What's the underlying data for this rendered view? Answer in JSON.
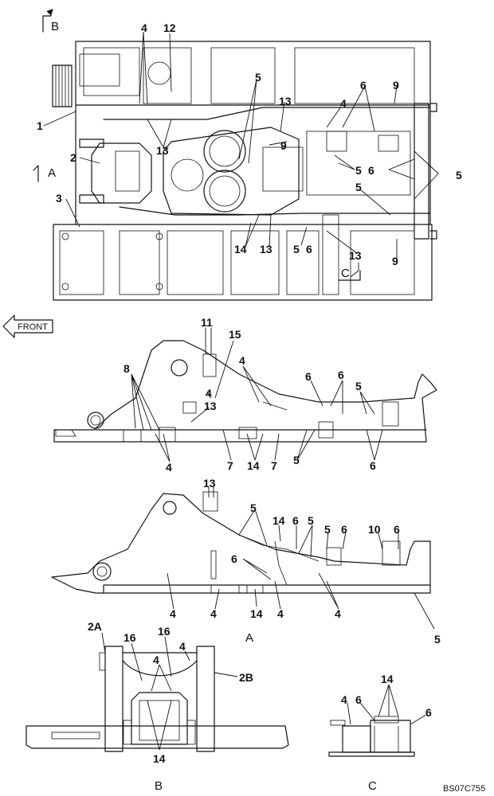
{
  "view_marker_b": "B",
  "view_marker_a": "A",
  "view_marker_c": "C",
  "front_label": "FRONT",
  "view_labels": {
    "a": "A",
    "b": "B",
    "c": "C"
  },
  "drawing_code": "BS07C755",
  "callouts": {
    "top": [
      "4",
      "12",
      "5",
      "13",
      "4",
      "6",
      "9",
      "1",
      "2",
      "13",
      "9",
      "5",
      "6",
      "5",
      "A",
      "3",
      "5",
      "14",
      "13",
      "5",
      "6",
      "13",
      "9"
    ],
    "side": [
      "11",
      "15",
      "8",
      "4",
      "4",
      "13",
      "6",
      "6",
      "5",
      "4",
      "7",
      "14",
      "7",
      "5",
      "6"
    ],
    "view_a": [
      "13",
      "5",
      "14",
      "6",
      "5",
      "5",
      "6",
      "10",
      "6",
      "6",
      "4",
      "4",
      "14",
      "4",
      "4",
      "5"
    ],
    "view_b": [
      "2A",
      "16",
      "16",
      "4",
      "4",
      "2B",
      "14"
    ],
    "view_c": [
      "14",
      "4",
      "6",
      "6"
    ]
  }
}
